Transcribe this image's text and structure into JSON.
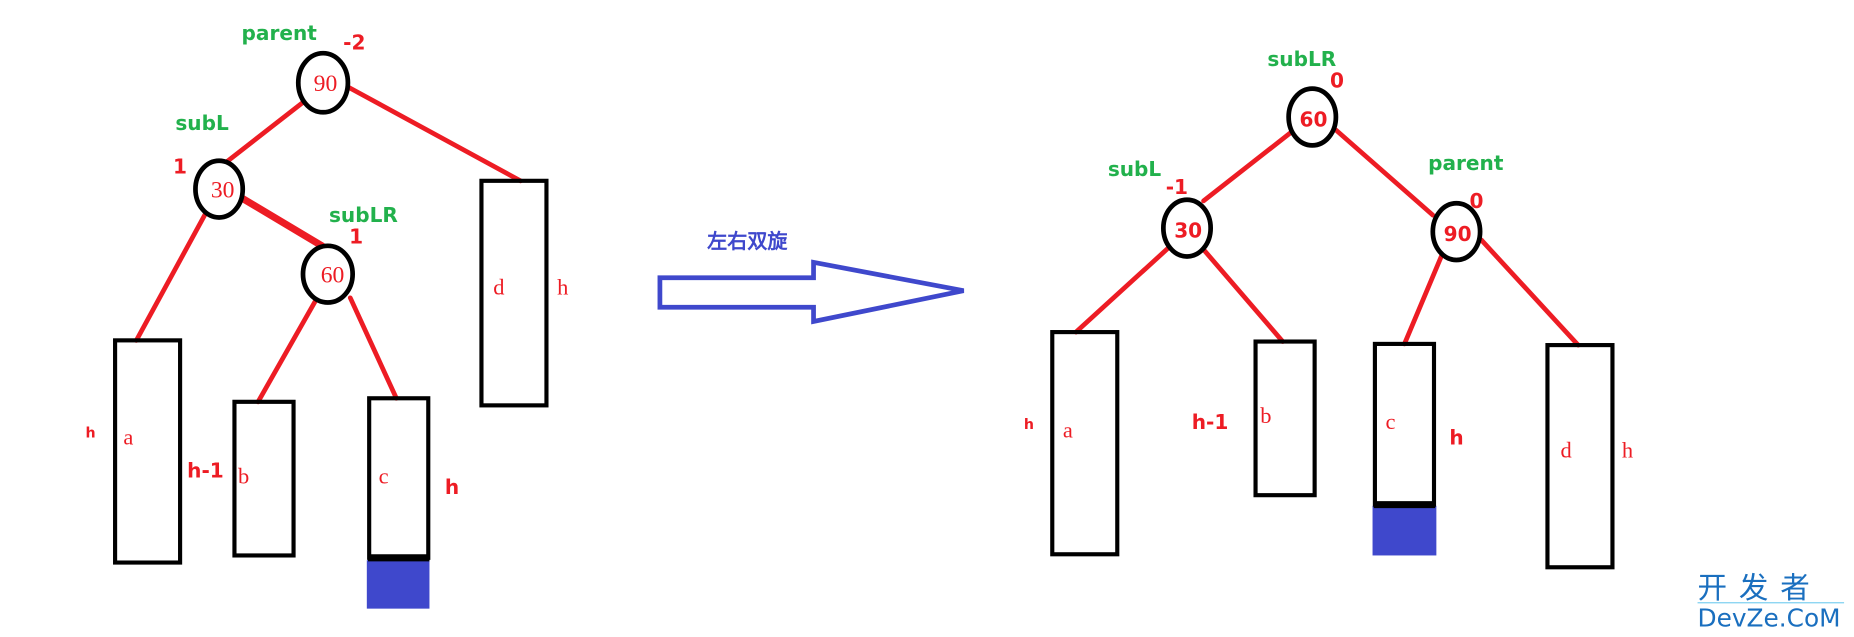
{
  "colors": {
    "edge": "#ed1c24",
    "label": "#22b14c",
    "accent": "#3f48cc",
    "logo": "#1a6fbf"
  },
  "before": {
    "parent_label": "parent",
    "parent_bf": "-2",
    "parent_val": "90",
    "subL_label": "subL",
    "subL_bf": "1",
    "subL_val": "30",
    "subLR_label": "subLR",
    "subLR_bf": "1",
    "subLR_val": "60",
    "a": "a",
    "a_h": "h",
    "b": "b",
    "b_h": "h-1",
    "c": "c",
    "c_h": "h",
    "d": "d",
    "d_h": "h"
  },
  "rotation": {
    "label": "左右双旋"
  },
  "after": {
    "subLR_label": "subLR",
    "subLR_bf": "0",
    "subLR_val": "60",
    "subL_label": "subL",
    "subL_bf": "-1",
    "subL_val": "30",
    "parent_label": "parent",
    "parent_bf": "0",
    "parent_val": "90",
    "a": "a",
    "a_h": "h",
    "b": "b",
    "b_h": "h-1",
    "c": "c",
    "c_h": "h",
    "d": "d",
    "d_h": "h"
  },
  "watermark": {
    "line1": "开发者",
    "line2": "DevZe.CoM"
  }
}
